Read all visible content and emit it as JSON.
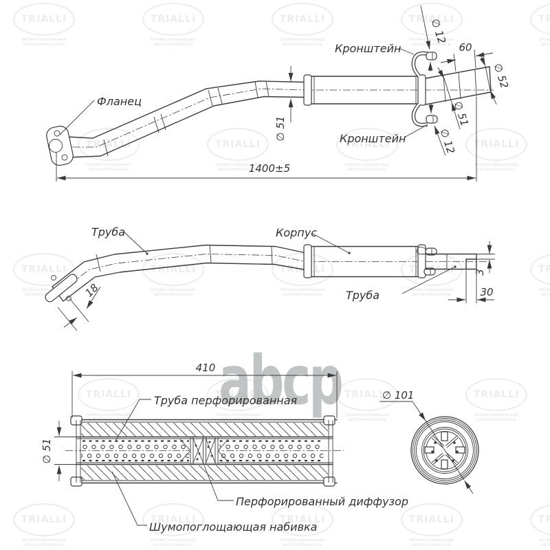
{
  "watermark": {
    "logo": "TRIALLI",
    "tagline_line1": "ПРОФЕССИОНАЛЬНЫЕ",
    "tagline_line2": "АВТОКОМПОНЕНТЫ",
    "center_text": "abcp"
  },
  "colors": {
    "line": "#3a3a3a",
    "watermark_logo": "#ececec",
    "center_watermark": "#b2b6b6"
  },
  "view_top": {
    "labels": {
      "flange": "Фланец",
      "bracket_top": "Кронштейн",
      "bracket_bottom": "Кронштейн"
    },
    "dims": {
      "pin_top_dia": "∅ 12",
      "pin_bottom_dia": "∅ 12",
      "tail_length": "60",
      "tail_dia": "∅ 52",
      "outlet_dia": "∅ 51",
      "inlet_dia": "∅ 51",
      "total_length": "1400±5"
    }
  },
  "view_middle": {
    "labels": {
      "pipe": "Труба",
      "body": "Корпус",
      "outlet_pipe": "Труба"
    },
    "dims": {
      "flange_offset": "18",
      "tail_step": "3",
      "tail_length": "30"
    }
  },
  "view_section": {
    "labels": {
      "perforated_pipe": "Труба перфорированная",
      "diffuser": "Перфорированный диффузор",
      "stuffing": "Шумопоглощающая набивка"
    },
    "dims": {
      "body_length": "410",
      "pipe_dia": "∅ 51",
      "body_dia": "∅ 101"
    }
  }
}
